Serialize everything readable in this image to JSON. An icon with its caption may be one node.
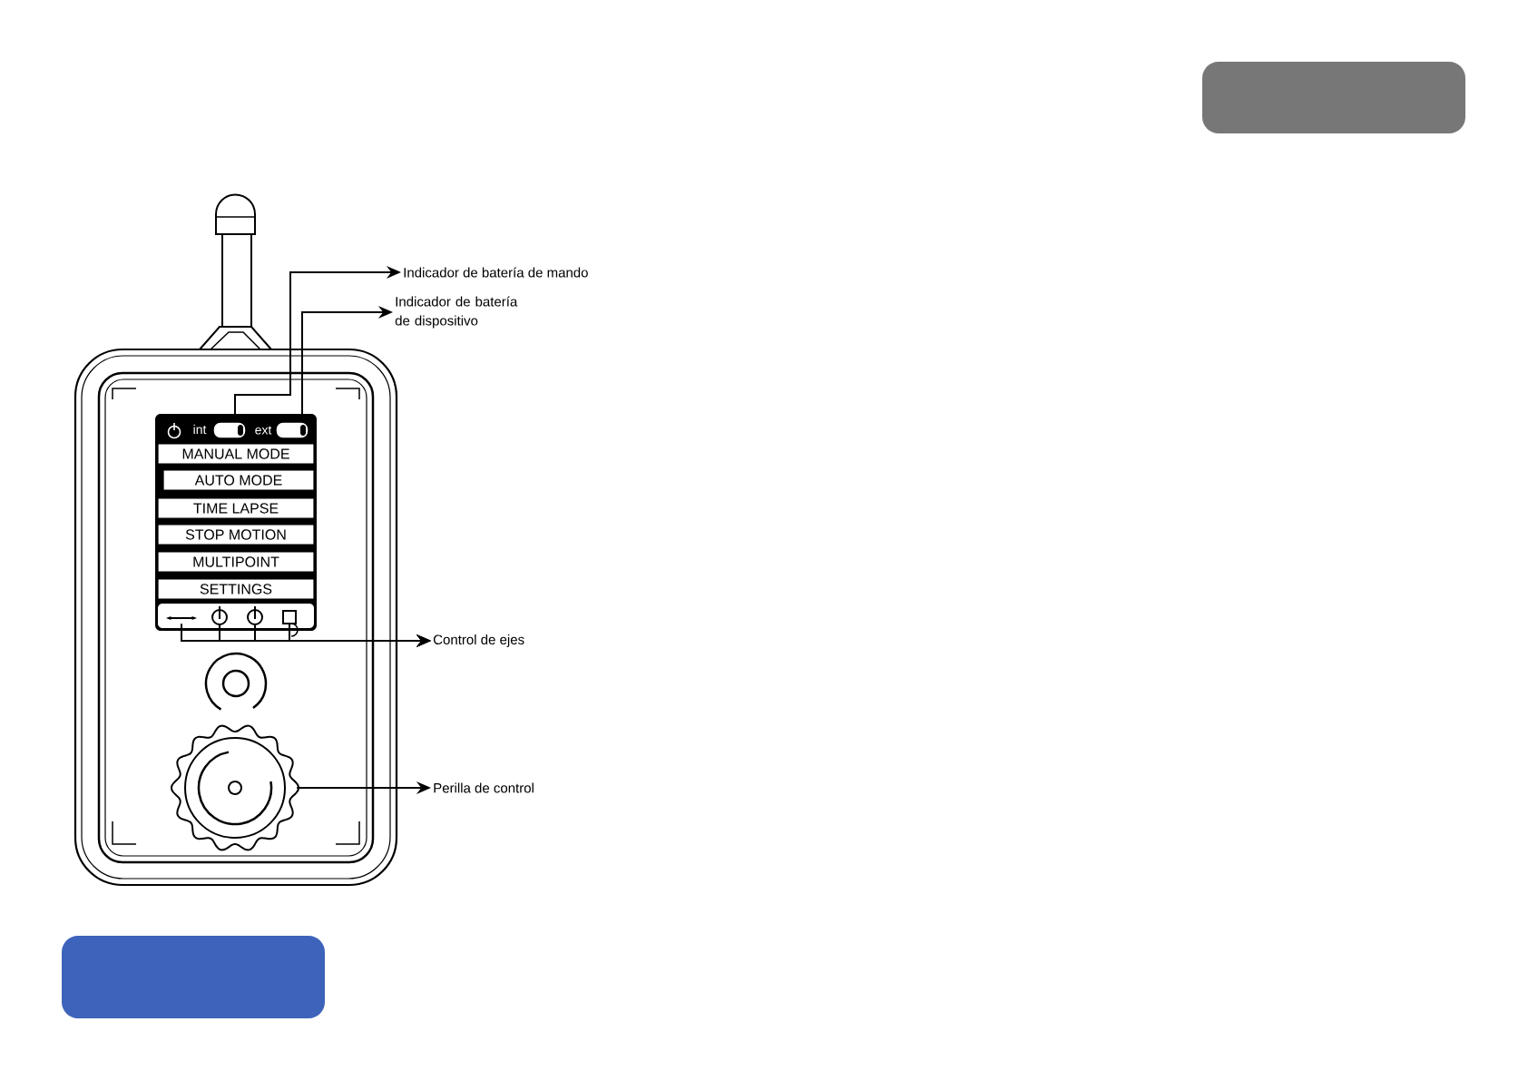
{
  "diagram": {
    "nodes": [
      {
        "text": [],
        "shape": "box"
      },
      {
        "text": [],
        "shape": "box"
      },
      {
        "text": [
          "MANUAL MODE"
        ]
      },
      {
        "text": [
          "AUTO MODE"
        ]
      },
      {
        "text": [
          "TIME LAPSE"
        ]
      },
      {
        "text": [
          "STOP MOTION"
        ]
      },
      {
        "text": [
          "MULTIPOINT"
        ]
      },
      {
        "text": [
          "SETTINGS"
        ]
      },
      {
        "text": [],
        "shape": "arrow"
      },
      {
        "text": [],
        "shape": "circle"
      },
      {
        "text": [],
        "shape": "circle"
      },
      {
        "text": [],
        "shape": "box"
      },
      {
        "text": [],
        "shape": "circle"
      },
      {
        "text": [
          "Indicador de batería de mando"
        ]
      },
      {
        "text": [
          "Indicador de batería de dispositivo"
        ]
      },
      {
        "text": [
          "Control de ejes"
        ]
      },
      {
        "text": [
          "Perilla de control"
        ]
      }
    ],
    "edges": [
      {
        "from": 0,
        "to": 13,
        "arrow": "to"
      },
      {
        "from": 1,
        "to": 14,
        "arrow": "to"
      },
      {
        "from": 8,
        "to": 15,
        "arrow": "to"
      },
      {
        "from": 9,
        "to": 15,
        "arrow": "to"
      },
      {
        "from": 10,
        "to": 15,
        "arrow": "to"
      },
      {
        "from": 11,
        "to": 15,
        "arrow": "to"
      },
      {
        "from": 12,
        "to": 16,
        "arrow": "to"
      }
    ],
    "labels": [
      "int",
      "ext"
    ]
  }
}
